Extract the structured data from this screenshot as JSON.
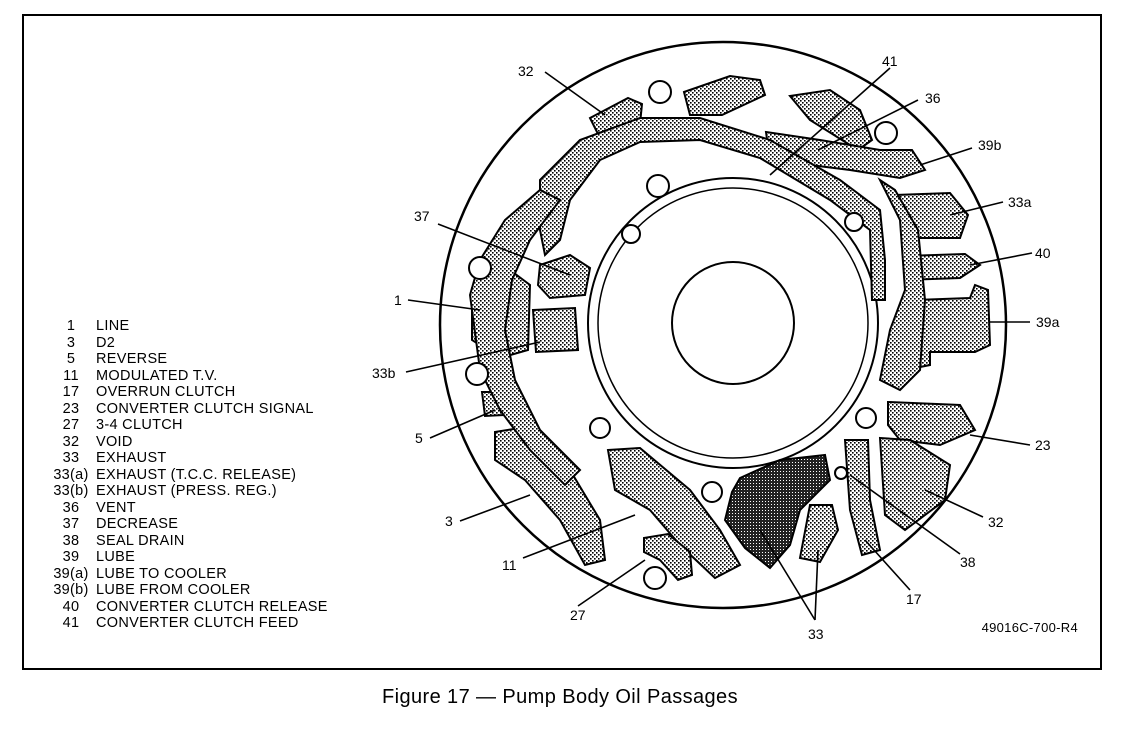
{
  "legend": [
    {
      "num": "1",
      "desc": "LINE"
    },
    {
      "num": "3",
      "desc": "D2"
    },
    {
      "num": "5",
      "desc": "REVERSE"
    },
    {
      "num": "11",
      "desc": "MODULATED T.V."
    },
    {
      "num": "17",
      "desc": "OVERRUN CLUTCH"
    },
    {
      "num": "23",
      "desc": "CONVERTER CLUTCH SIGNAL"
    },
    {
      "num": "27",
      "desc": "3-4 CLUTCH"
    },
    {
      "num": "32",
      "desc": "VOID"
    },
    {
      "num": "33",
      "desc": "EXHAUST"
    },
    {
      "num": "33(a)",
      "desc": "EXHAUST (T.C.C. RELEASE)"
    },
    {
      "num": "33(b)",
      "desc": "EXHAUST (PRESS. REG.)"
    },
    {
      "num": "36",
      "desc": "VENT"
    },
    {
      "num": "37",
      "desc": "DECREASE"
    },
    {
      "num": "38",
      "desc": "SEAL DRAIN"
    },
    {
      "num": "39",
      "desc": "LUBE"
    },
    {
      "num": "39(a)",
      "desc": "LUBE TO COOLER"
    },
    {
      "num": "39(b)",
      "desc": "LUBE FROM COOLER"
    },
    {
      "num": "40",
      "desc": "CONVERTER CLUTCH RELEASE"
    },
    {
      "num": "41",
      "desc": "CONVERTER CLUTCH FEED"
    }
  ],
  "callouts": {
    "c32_top": "32",
    "c41": "41",
    "c36": "36",
    "c39b": "39b",
    "c33a": "33a",
    "c40": "40",
    "c39a": "39a",
    "c37": "37",
    "c1": "1",
    "c33b": "33b",
    "c5": "5",
    "c23": "23",
    "c3": "3",
    "c11": "11",
    "c32_bottom": "32",
    "c38": "38",
    "c27": "27",
    "c17": "17",
    "c33": "33"
  },
  "figure_id": "49016C-700-R4",
  "caption": "Figure 17 — Pump Body Oil Passages"
}
